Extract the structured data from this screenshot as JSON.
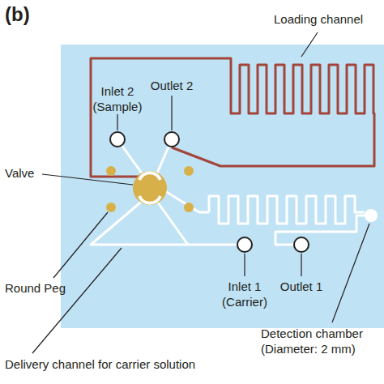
{
  "diagram": {
    "labels": [
      "(b)",
      "Inlet 2 (Sample)",
      "Outlet 2",
      "Loading channel",
      "Valve",
      "Round Peg",
      "Inlet 1 (Carrier)",
      "Outlet 1",
      "Detection chamber (Diameter: 2 mm)",
      "Delivery channel for carrier solution"
    ]
  }
}
